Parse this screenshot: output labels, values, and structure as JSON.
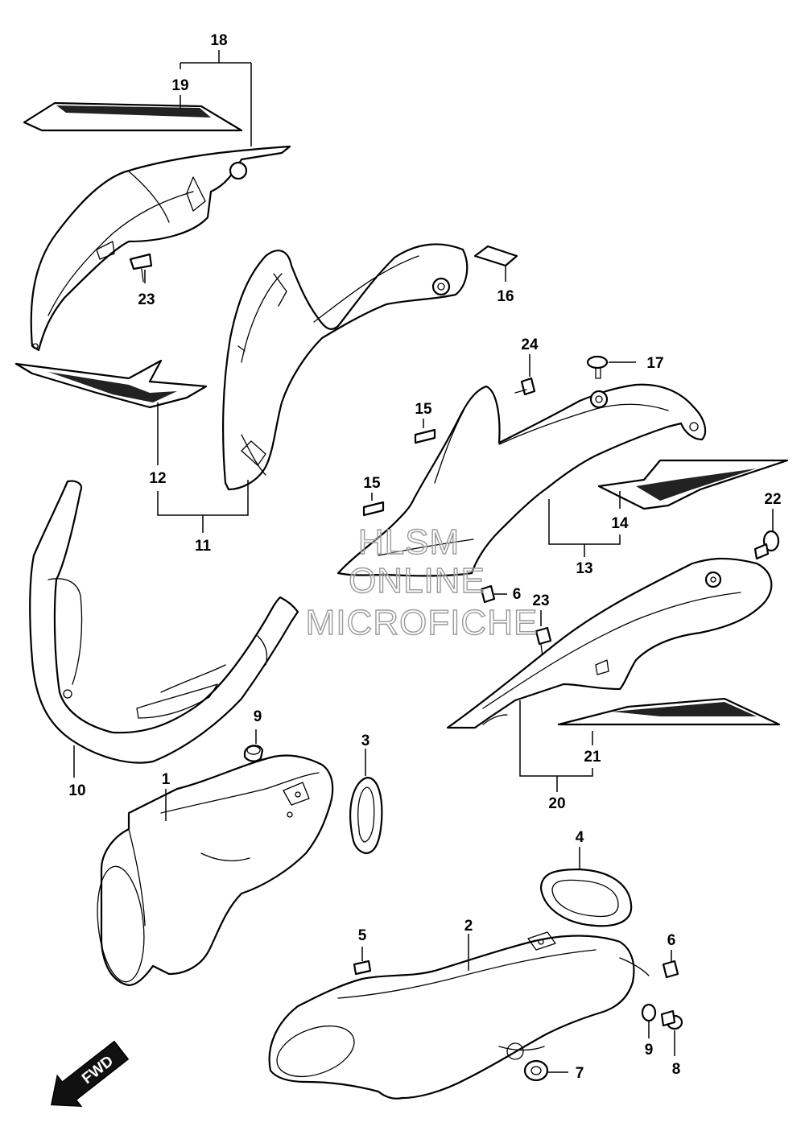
{
  "callouts": {
    "c1": "1",
    "c2": "2",
    "c3": "3",
    "c4": "4",
    "c5": "5",
    "c6a": "6",
    "c6b": "6",
    "c7": "7",
    "c8": "8",
    "c9a": "9",
    "c9b": "9",
    "c10": "10",
    "c11": "11",
    "c12": "12",
    "c13": "13",
    "c14": "14",
    "c15a": "15",
    "c15b": "15",
    "c16": "16",
    "c17": "17",
    "c18": "18",
    "c19": "19",
    "c20": "20",
    "c21": "21",
    "c22": "22",
    "c23a": "23",
    "c23b": "23",
    "c24": "24"
  },
  "watermark": {
    "line1": "HLSM",
    "line2": "ONLINE",
    "line3": "MICROFICHE"
  },
  "fwd_label": "FWD"
}
